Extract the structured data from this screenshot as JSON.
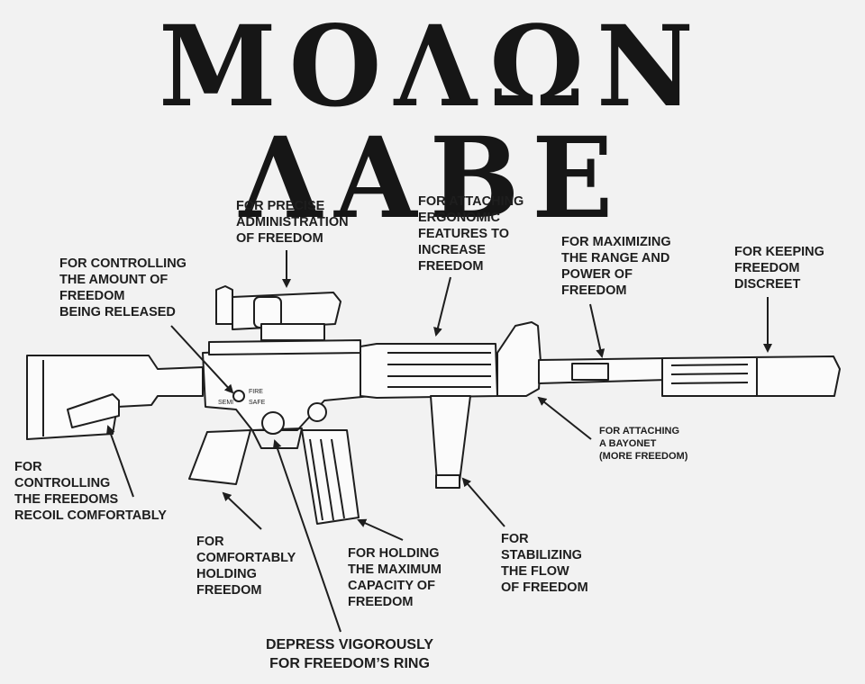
{
  "title": "ΜΟΛΩΝ ΛΑΒΕ",
  "labels": {
    "optic": "FOR PRECISE\nADMINISTRATION\nOF FREEDOM",
    "rail": "FOR ATTACHING\nERGONOMIC\nFEATURES TO\nINCREASE\nFREEDOM",
    "barrel": "FOR MAXIMIZING\nTHE RANGE AND\nPOWER OF\nFREEDOM",
    "suppressor": "FOR KEEPING\nFREEDOM\nDISCREET",
    "selector": "FOR CONTROLLING\nTHE AMOUNT OF\nFREEDOM\nBEING RELEASED",
    "stock": "FOR\nCONTROLLING\nTHE FREEDOMS\nRECOIL COMFORTABLY",
    "grip": "FOR\nCOMFORTABLY\nHOLDING\nFREEDOM",
    "magazine": "FOR HOLDING\nTHE MAXIMUM\nCAPACITY OF\nFREEDOM",
    "foregrip": "FOR\nSTABILIZING\nTHE FLOW\nOF FREEDOM",
    "bayonet": "FOR ATTACHING\nA BAYONET\n(MORE FREEDOM)",
    "trigger": "DEPRESS VIGOROUSLY\nFOR FREEDOM’S RING"
  },
  "markings": {
    "fire": "FIRE",
    "safe": "SAFE",
    "semi": "SEMI"
  },
  "colors": {
    "background": "#f2f2f2",
    "ink": "#1e1e1e",
    "title": "#161616"
  }
}
